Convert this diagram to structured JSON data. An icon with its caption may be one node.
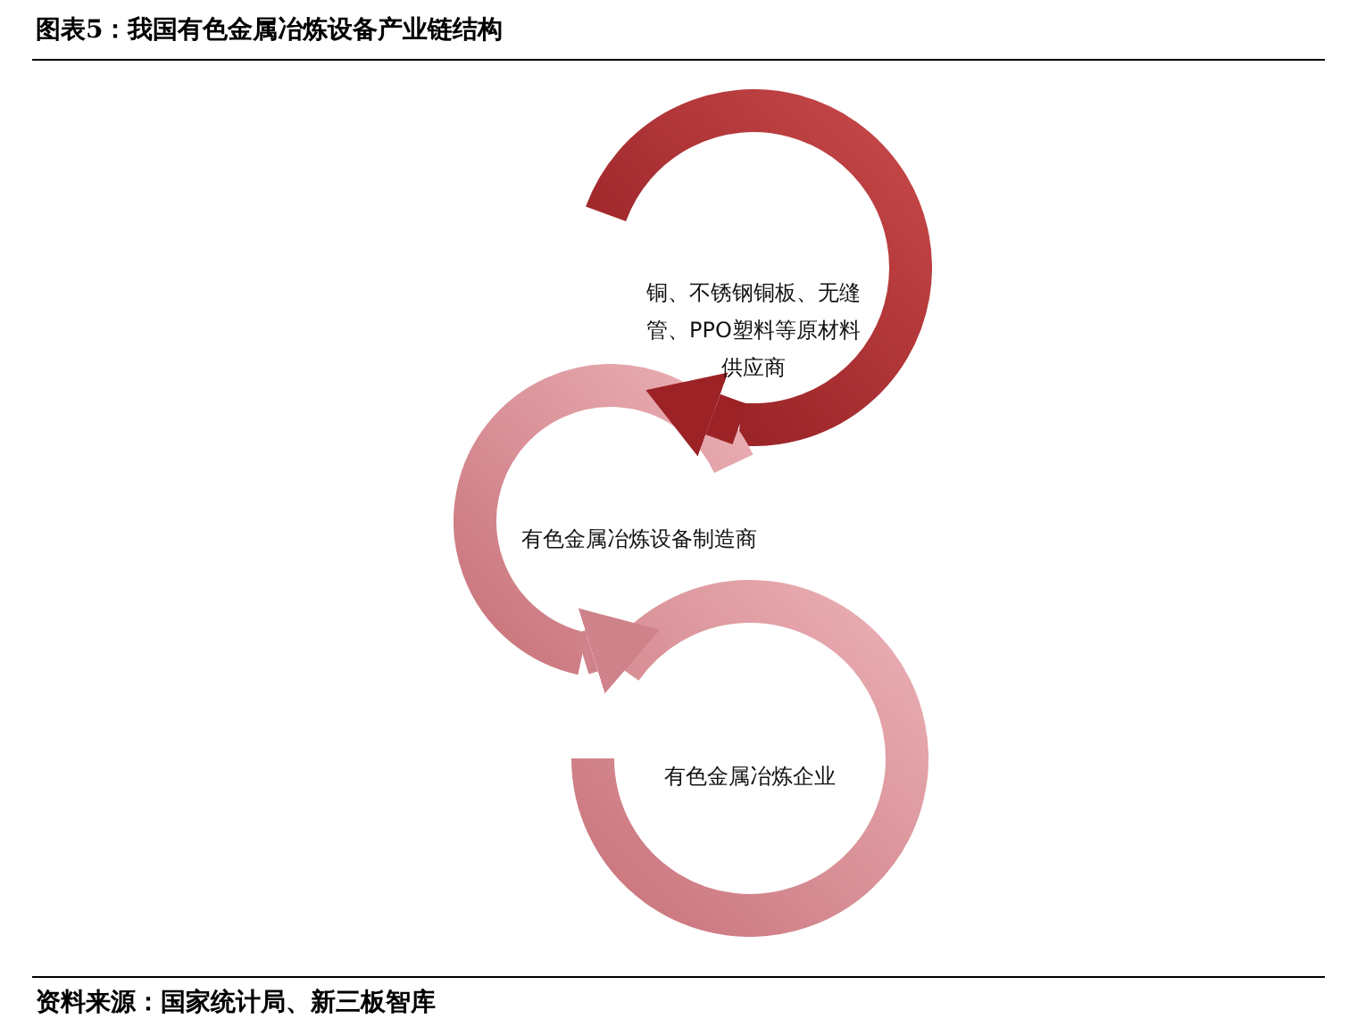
{
  "diagram": {
    "title": "图表5：我国有色金属冶炼设备产业链结构",
    "caption": "资料来源：国家统计局、新三板智库",
    "nodes": [
      {
        "text": [
          "铜、不锈钢铜板、无缝管、PPO塑料等原材料供应商"
        ]
      },
      {
        "text": [
          "有色金属冶炼设备制造商"
        ]
      },
      {
        "text": [
          "有色金属冶炼企业"
        ]
      }
    ],
    "edges": [
      {
        "from": 0,
        "to": 1,
        "arrow": "to",
        "color": "#9c2226"
      },
      {
        "from": 1,
        "to": 2,
        "arrow": "to",
        "color": "#d0828a"
      }
    ]
  }
}
